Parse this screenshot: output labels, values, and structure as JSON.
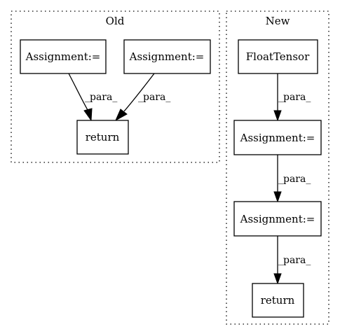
{
  "clusters": {
    "old": {
      "title": "Old"
    },
    "new": {
      "title": "New"
    }
  },
  "nodes": {
    "old_assign_left": "Assignment:=",
    "old_assign_right": "Assignment:=",
    "old_return": "return",
    "new_floattensor": "FloatTensor",
    "new_assign_1": "Assignment:=",
    "new_assign_2": "Assignment:=",
    "new_return": "return"
  },
  "edges": {
    "old_left_to_return": "_para_",
    "old_right_to_return": "_para_",
    "new_floattensor_to_assign1": "_para_",
    "new_assign1_to_assign2": "_para_",
    "new_assign2_to_return": "_para_"
  }
}
